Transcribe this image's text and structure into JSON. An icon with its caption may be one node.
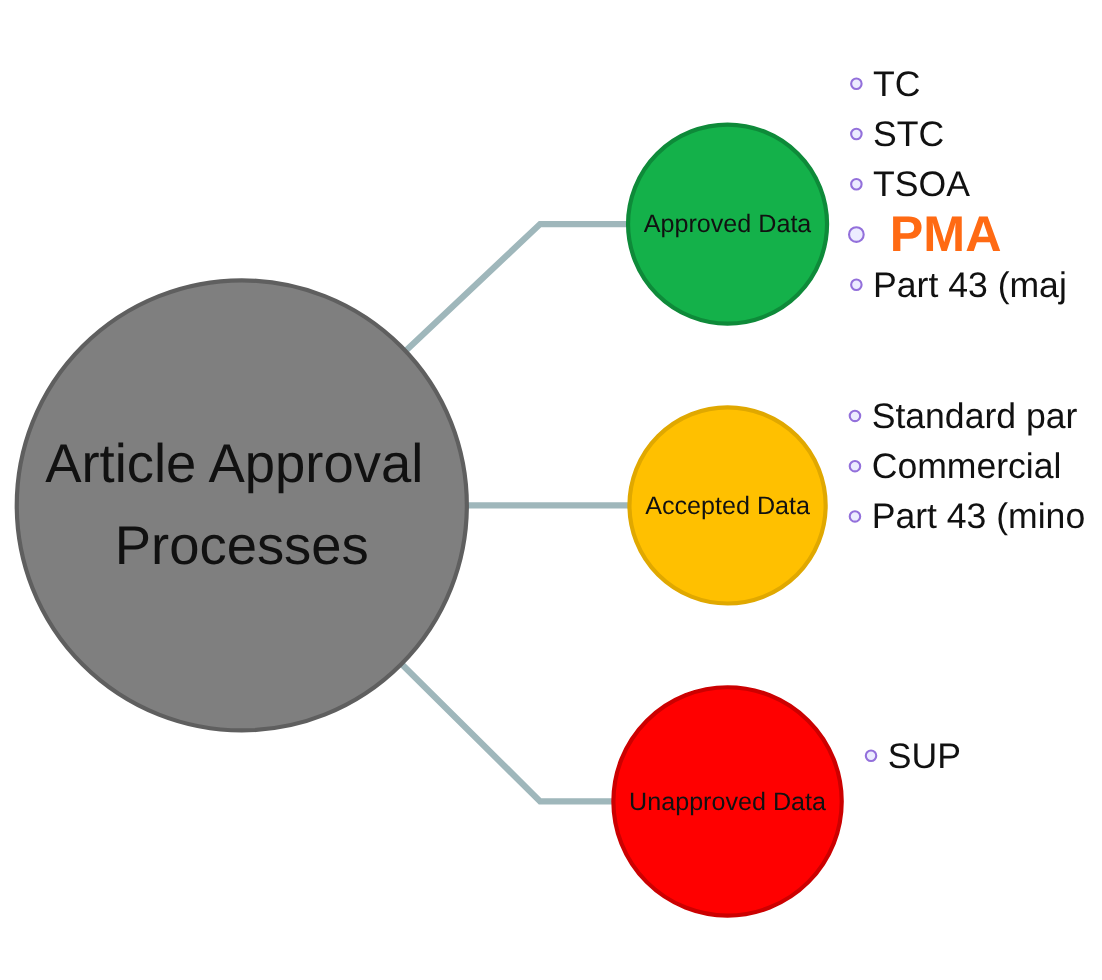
{
  "diagram": {
    "nodes": [
      {
        "text": [
          "Article Approval Processes"
        ]
      },
      {
        "text": [
          "Approved Data"
        ],
        "beside": [
          "TC",
          "STC",
          "TSOA",
          "PMA",
          "Part 43 (maj"
        ]
      },
      {
        "text": [
          "Accepted Data"
        ],
        "beside": [
          "Standard par",
          "Commercial",
          "Part 43 (mino"
        ]
      },
      {
        "text": [
          "Unapproved Data"
        ],
        "beside": [
          "SUP"
        ]
      }
    ],
    "edges": [
      {
        "from": 0,
        "to": 1,
        "arrow": "none"
      },
      {
        "from": 0,
        "to": 2,
        "arrow": "none"
      },
      {
        "from": 0,
        "to": 3,
        "arrow": "none"
      }
    ]
  }
}
